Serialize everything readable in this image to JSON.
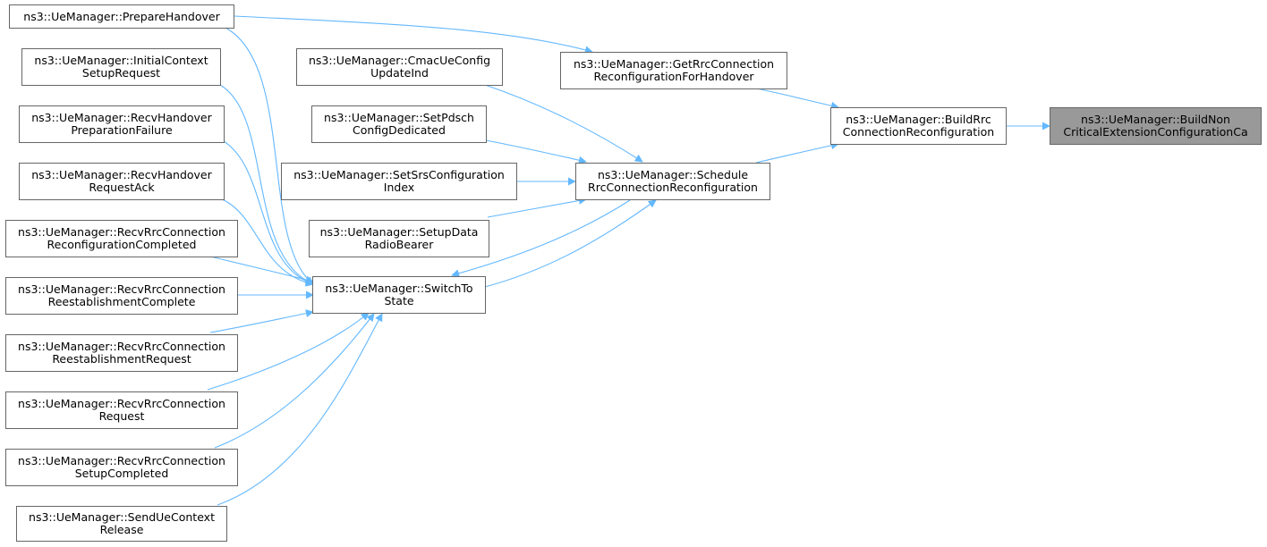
{
  "colors": {
    "edge": "#63b8ff",
    "node_border": "#666666",
    "node_fill": "#ffffff",
    "current_fill": "#999999"
  },
  "nodes": {
    "build_non_critical": {
      "line1": "ns3::UeManager::BuildNon",
      "line2": "CriticalExtensionConfigurationCa"
    },
    "build_rrc": {
      "line1": "ns3::UeManager::BuildRrc",
      "line2": "ConnectionReconfiguration"
    },
    "get_rrc_for_handover": {
      "line1": "ns3::UeManager::GetRrcConnection",
      "line2": "ReconfigurationForHandover"
    },
    "schedule_rrc": {
      "line1": "ns3::UeManager::Schedule",
      "line2": "RrcConnectionReconfiguration"
    },
    "prepare_handover": {
      "line1": "ns3::UeManager::PrepareHandover",
      "line2": ""
    },
    "cmac_ue_config": {
      "line1": "ns3::UeManager::CmacUeConfig",
      "line2": "UpdateInd"
    },
    "set_pdsch": {
      "line1": "ns3::UeManager::SetPdsch",
      "line2": "ConfigDedicated"
    },
    "set_srs": {
      "line1": "ns3::UeManager::SetSrsConfiguration",
      "line2": "Index"
    },
    "setup_data_radio": {
      "line1": "ns3::UeManager::SetupData",
      "line2": "RadioBearer"
    },
    "switch_to_state": {
      "line1": "ns3::UeManager::SwitchTo",
      "line2": "State"
    },
    "initial_context": {
      "line1": "ns3::UeManager::InitialContext",
      "line2": "SetupRequest"
    },
    "recv_handover_prep_fail": {
      "line1": "ns3::UeManager::RecvHandover",
      "line2": "PreparationFailure"
    },
    "recv_handover_req_ack": {
      "line1": "ns3::UeManager::RecvHandover",
      "line2": "RequestAck"
    },
    "recv_rrc_reconf_completed": {
      "line1": "ns3::UeManager::RecvRrcConnection",
      "line2": "ReconfigurationCompleted"
    },
    "recv_rrc_reest_complete": {
      "line1": "ns3::UeManager::RecvRrcConnection",
      "line2": "ReestablishmentComplete"
    },
    "recv_rrc_reest_request": {
      "line1": "ns3::UeManager::RecvRrcConnection",
      "line2": "ReestablishmentRequest"
    },
    "recv_rrc_request": {
      "line1": "ns3::UeManager::RecvRrcConnection",
      "line2": "Request"
    },
    "recv_rrc_setup_completed": {
      "line1": "ns3::UeManager::RecvRrcConnection",
      "line2": "SetupCompleted"
    },
    "send_ue_context_release": {
      "line1": "ns3::UeManager::SendUeContext",
      "line2": "Release"
    }
  }
}
